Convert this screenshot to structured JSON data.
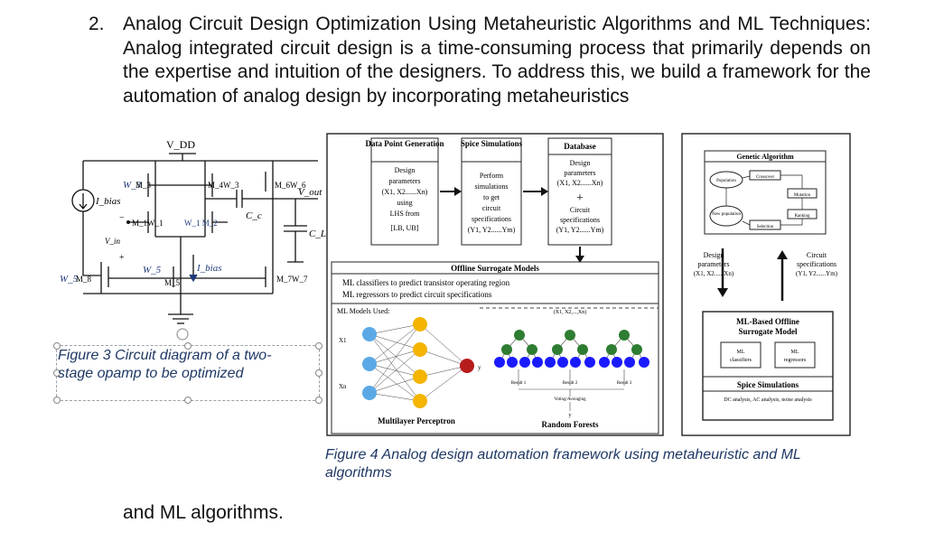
{
  "paragraph": {
    "number": "2.",
    "text": "Analog Circuit Design Optimization Using Metaheuristic Algorithms and ML Techniques: Analog integrated circuit design is a time-consuming process that primarily depends on the expertise and intuition of the designers. To address this, we build a framework for the automation of analog design by incorporating metaheuristics",
    "continuation": "and ML algorithms."
  },
  "figure3": {
    "caption": "Figure 3 Circuit diagram of a two-stage opamp to be optimized",
    "labels": {
      "vdd": "V_DD",
      "ibias": "I_bias",
      "vin": "V_in",
      "vout": "V_out",
      "cl": "C_L",
      "cc": "C_c",
      "w3": "W_3",
      "m3": "M_3",
      "m4w3": "M_4W_3",
      "m6w6": "M_6W_6",
      "m1w1": "M_1W_1",
      "w1m2": "W_1 M_2",
      "w5": "W_5",
      "m8": "M_8",
      "w5b": "W_5",
      "m5": "M_5",
      "ibias2": "I_bias",
      "m7w7": "M_7W_7",
      "minus": "−",
      "plus": "+"
    }
  },
  "figure4": {
    "caption": "Figure 4 Analog design automation framework using metaheuristic and ML algorithms",
    "boxes": {
      "dpg_title": "Data Point Generation",
      "dpg_body": [
        "Design",
        "parameters",
        "(X1, X2......Xn)",
        "using",
        "LHS from",
        "[LB, UB]"
      ],
      "spice_title": "Spice Simulations",
      "spice_body": [
        "Perform",
        "simulations",
        "to get",
        "circuit",
        "specifications",
        "(Y1, Y2......Ym)"
      ],
      "db_title": "Database",
      "db_body": [
        "Design",
        "parameters",
        "(X1, X2......Xn)",
        "+",
        "Circuit",
        "specifications",
        "(Y1, Y2......Ym)"
      ],
      "offline_title": "Offline Surrogate Models",
      "offline_line1": "ML classifiers to predict transistor operating region",
      "offline_line2": "ML regressors to predict circuit specifications",
      "models_used": "ML Models Used:",
      "mlp": "Multilayer Perceptron",
      "rf": "Random Forests",
      "rf_inputs": "(X1, X2,...,Xn)",
      "result1": "Result 1",
      "result2": "Result 2",
      "result3": "Result 3",
      "voting": "Voting/Averaging",
      "y": "y",
      "x1": "X1",
      "xn": "Xn"
    },
    "right": {
      "ga_title": "Genetic Algorithm",
      "population": "Population",
      "crossover": "Crossover",
      "mutation": "Mutation",
      "ranking": "Ranking",
      "new_population": "New population",
      "selection": "Selection",
      "design_params": [
        "Design",
        "parameters",
        "(X1, X2......Xn)"
      ],
      "circuit_specs": [
        "Circuit",
        "specifications",
        "(Y1, Y2......Ym)"
      ],
      "mlsm_title": [
        "ML-Based Offline",
        "Surrogate Model"
      ],
      "ml_classifiers": [
        "ML",
        "classifiers"
      ],
      "ml_regressors": [
        "ML",
        "regressors"
      ],
      "spice_title": "Spice Simulations",
      "spice_sub": "DC analysis, AC analysis, noise analysis"
    }
  }
}
